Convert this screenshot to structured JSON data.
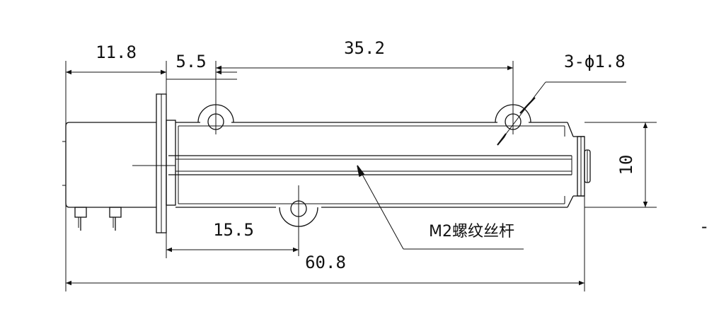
{
  "dimensions": {
    "d_11_8": "11.8",
    "d_5_5": "5.5",
    "d_35_2": "35.2",
    "d_15_5": "15.5",
    "d_60_8": "60.8",
    "d_10": "10"
  },
  "callouts": {
    "holes": "3-ϕ1.8",
    "screw": "M2螺纹丝杆",
    "side_mark": "-"
  }
}
